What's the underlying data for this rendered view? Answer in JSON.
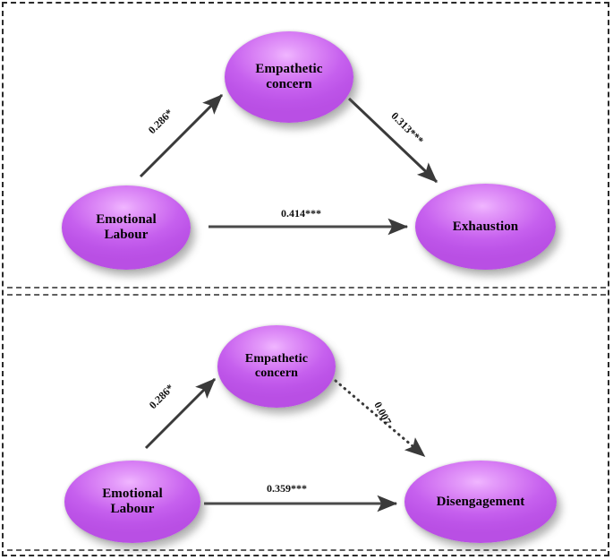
{
  "figure": {
    "type": "path-model-diagram",
    "background": "#ffffff",
    "node_color": "#c660ee",
    "edge_color": "#3a3a3a",
    "border_style": "dashed"
  },
  "panels": [
    {
      "id": "panel-top",
      "nodes": [
        {
          "id": "el-top",
          "label_line1": "Emotional",
          "label_line2": "Labour"
        },
        {
          "id": "ec-top",
          "label_line1": "Empathetic",
          "label_line2": "concern"
        },
        {
          "id": "exh",
          "label_line1": "Exhaustion",
          "label_line2": ""
        }
      ],
      "edges": [
        {
          "id": "el-ec-top",
          "from": "Emotional Labour",
          "to": "Empathetic concern",
          "label": "0.286*",
          "style": "solid"
        },
        {
          "id": "ec-exh",
          "from": "Empathetic concern",
          "to": "Exhaustion",
          "label": "0.313***",
          "style": "solid"
        },
        {
          "id": "el-exh",
          "from": "Emotional Labour",
          "to": "Exhaustion",
          "label": "0.414***",
          "style": "solid"
        }
      ]
    },
    {
      "id": "panel-bottom",
      "nodes": [
        {
          "id": "el-bot",
          "label_line1": "Emotional",
          "label_line2": "Labour"
        },
        {
          "id": "ec-bot",
          "label_line1": "Empathetic",
          "label_line2": "concern"
        },
        {
          "id": "dis",
          "label_line1": "Disengagement",
          "label_line2": ""
        }
      ],
      "edges": [
        {
          "id": "el-ec-bot",
          "from": "Emotional Labour",
          "to": "Empathetic concern",
          "label": "0.286*",
          "style": "solid"
        },
        {
          "id": "ec-dis",
          "from": "Empathetic concern",
          "to": "Disengagement",
          "label": "0.007",
          "style": "dotted"
        },
        {
          "id": "el-dis",
          "from": "Emotional Labour",
          "to": "Disengagement",
          "label": "0.359***",
          "style": "solid"
        }
      ]
    }
  ]
}
